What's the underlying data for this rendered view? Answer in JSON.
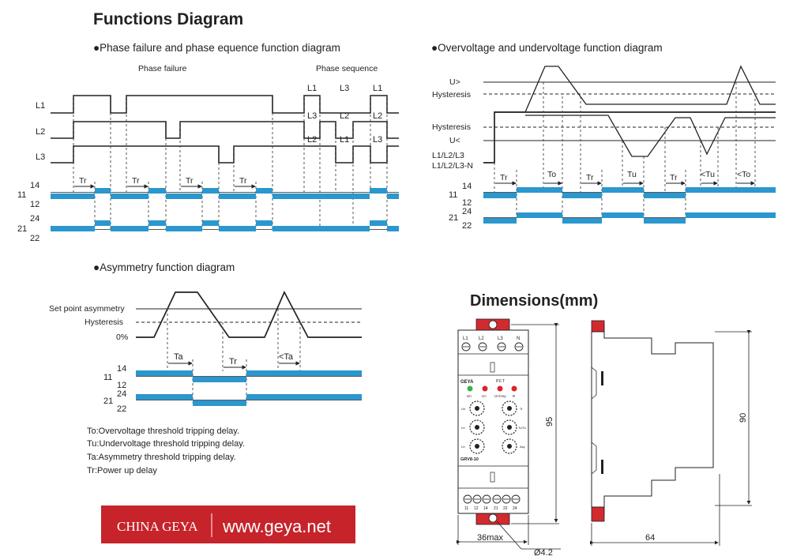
{
  "page": {
    "title": "Functions Diagram",
    "dimensions_title": "Dimensions(mm)"
  },
  "phase_diagram": {
    "heading": "●Phase failure and phase equence function diagram",
    "phase_failure_label": "Phase failure",
    "phase_sequence_label": "Phase sequence",
    "line_labels": [
      "L1",
      "L2",
      "L3"
    ],
    "sequence_top": [
      "L1",
      "L3",
      "L1"
    ],
    "sequence_mid": [
      "L3",
      "L2",
      "L2"
    ],
    "sequence_bot": [
      "L2",
      "L1",
      "L3"
    ],
    "delay_label": "Tr",
    "contacts": [
      "14",
      "11",
      "12",
      "24",
      "21",
      "22"
    ]
  },
  "voltage_diagram": {
    "heading": "●Overvoltage and undervoltage function diagram",
    "levels": [
      "U>",
      "Hysteresis",
      "Hysteresis",
      "U<",
      "L1/L2/L3",
      "L1/L2/L3-N"
    ],
    "delays": [
      "Tr",
      "To",
      "Tr",
      "Tu",
      "Tr",
      "<Tu",
      "<To"
    ],
    "contacts": [
      "14",
      "11",
      "12",
      "24",
      "21",
      "22"
    ]
  },
  "asymmetry_diagram": {
    "heading": "●Asymmetry function diagram",
    "levels": [
      "Set point asymmetry",
      "Hysteresis",
      "0%"
    ],
    "delays": [
      "Ta",
      "Tr",
      "<Ta"
    ],
    "contacts": [
      "14",
      "11",
      "12",
      "24",
      "21",
      "22"
    ]
  },
  "legend": [
    "To:Overvoltage threshold tripping delay.",
    "Tu:Undervoltage threshold tripping delay.",
    "Ta:Asymmetry threshold tripping delay.",
    "Tr:Power up delay"
  ],
  "brand": {
    "name": "CHINA GEYA",
    "url": "www.geya.net",
    "color": "#c6232a"
  },
  "device": {
    "top_terminals": [
      "L1",
      "L2",
      "L3",
      "N"
    ],
    "brand_mark": "GEYA",
    "indicators": [
      "Un",
      "U>",
      "U</Asy",
      "R"
    ],
    "indicator_header": "P.F.T",
    "knob_labels": [
      "Un",
      "Tr",
      "U>",
      "Tu/To",
      "U<",
      "Asy"
    ],
    "model": "GRV8-10",
    "bottom_terminals": [
      "11",
      "12",
      "14",
      "21",
      "22",
      "24"
    ]
  },
  "dimensions": {
    "height_front": "95",
    "height_side": "90",
    "width_front": "36max",
    "width_side": "64",
    "hole": "Ø4.2"
  },
  "colors": {
    "relay_bar": "#2a97cf",
    "led_green": "#36b34a",
    "led_red": "#d9262b",
    "clip_red": "#d32a2f"
  }
}
